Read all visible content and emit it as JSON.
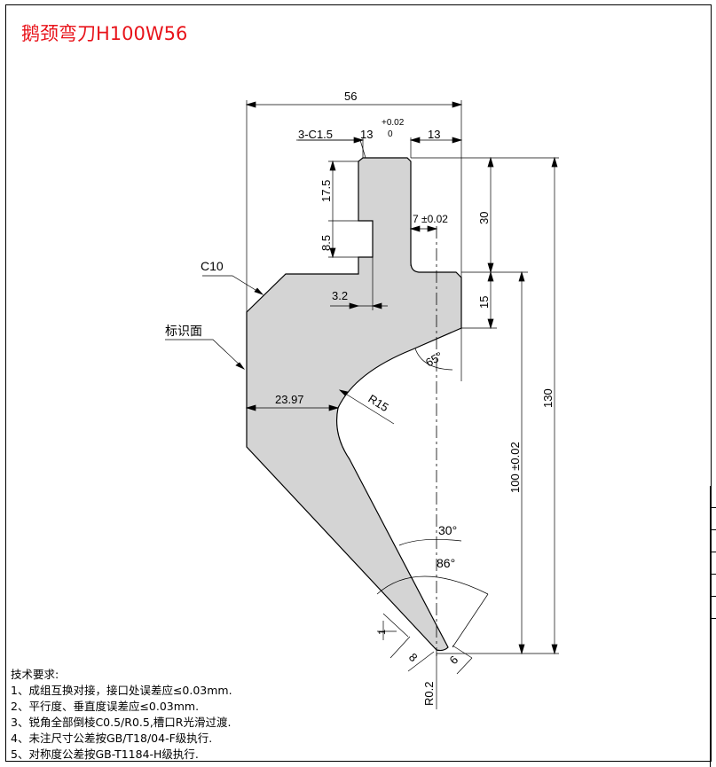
{
  "title": "鹅颈弯刀H100W56",
  "dimensions": {
    "width_56": "56",
    "chamfer_3c": "3-C1.5",
    "top_13_left": "13",
    "top_13_right": "13",
    "tol_plus": "+0.02",
    "tol_zero": "0",
    "d_17_5": "17.5",
    "d_8_5": "8.5",
    "d_7": "7 ±0.02",
    "d_30": "30",
    "d_15": "15",
    "d_130": "130",
    "d_100": "100 ±0.02",
    "c10": "C10",
    "d_3_2": "3.2",
    "marking_face": "标识面",
    "angle_65": "65°",
    "d_23_97": "23.97",
    "r15": "R15",
    "angle_30": "30°",
    "angle_86": "86°",
    "d_1": "1",
    "d_8": "8",
    "d_6": "6",
    "r0_2": "R0.2"
  },
  "notes": {
    "heading": "技术要求:",
    "items": [
      "1、成组互换对接，接口处误差应≤0.03mm.",
      "2、平行度、垂直度误差应≤0.03mm.",
      "3、锐角全部倒棱C0.5/R0.5,槽口R光滑过渡.",
      "4、未注尺寸公差按GB/T18/04-F级执行.",
      "5、对称度公差按GB-T1184-H级执行."
    ]
  },
  "colors": {
    "title": "#e8141b",
    "part_fill": "#d4d4d4",
    "line": "#000000"
  }
}
